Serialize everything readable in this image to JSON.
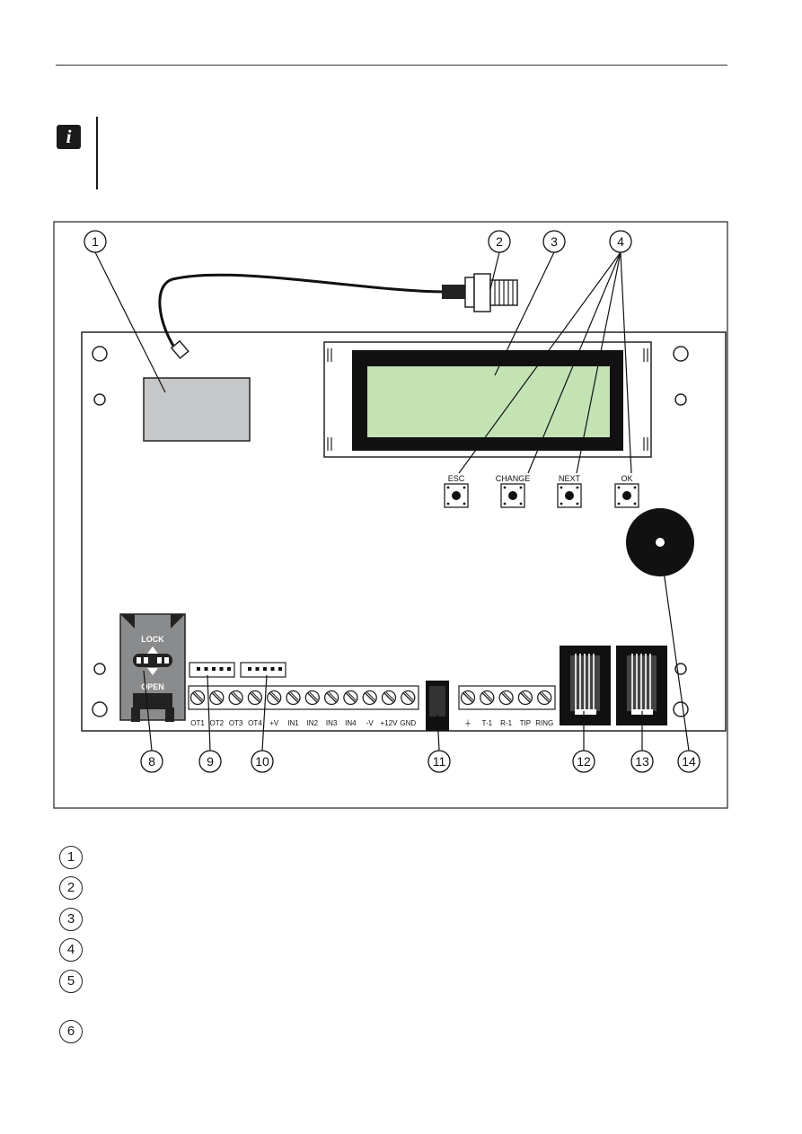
{
  "info_icon_glyph": "i",
  "figure": {
    "callouts": [
      "1",
      "2",
      "3",
      "4",
      "8",
      "9",
      "10",
      "11",
      "12",
      "13",
      "14"
    ],
    "sim_labels": {
      "lock": "LOCK",
      "open": "OPEN"
    },
    "buttons": [
      "ESC",
      "CHANGE",
      "NEXT",
      "OK"
    ],
    "terminals_left": [
      "OT1",
      "OT2",
      "OT3",
      "OT4",
      "+V",
      "IN1",
      "IN2",
      "IN3",
      "IN4",
      "-V",
      "+12V",
      "GND"
    ],
    "terminals_right": [
      "⏚",
      "T-1",
      "R-1",
      "TIP",
      "RING"
    ],
    "colors": {
      "lcd_screen": "#c3e3b5",
      "antenna_module": "#c6c7c9",
      "sim_holder": "#8a8b8d",
      "outline": "#1a1a1a"
    }
  },
  "legend": [
    {
      "num": "1",
      "text": ""
    },
    {
      "num": "2",
      "text": ""
    },
    {
      "num": "3",
      "text": ""
    },
    {
      "num": "4",
      "text": ""
    },
    {
      "num": "5",
      "text": ""
    },
    {
      "num": "6",
      "text": ""
    }
  ]
}
